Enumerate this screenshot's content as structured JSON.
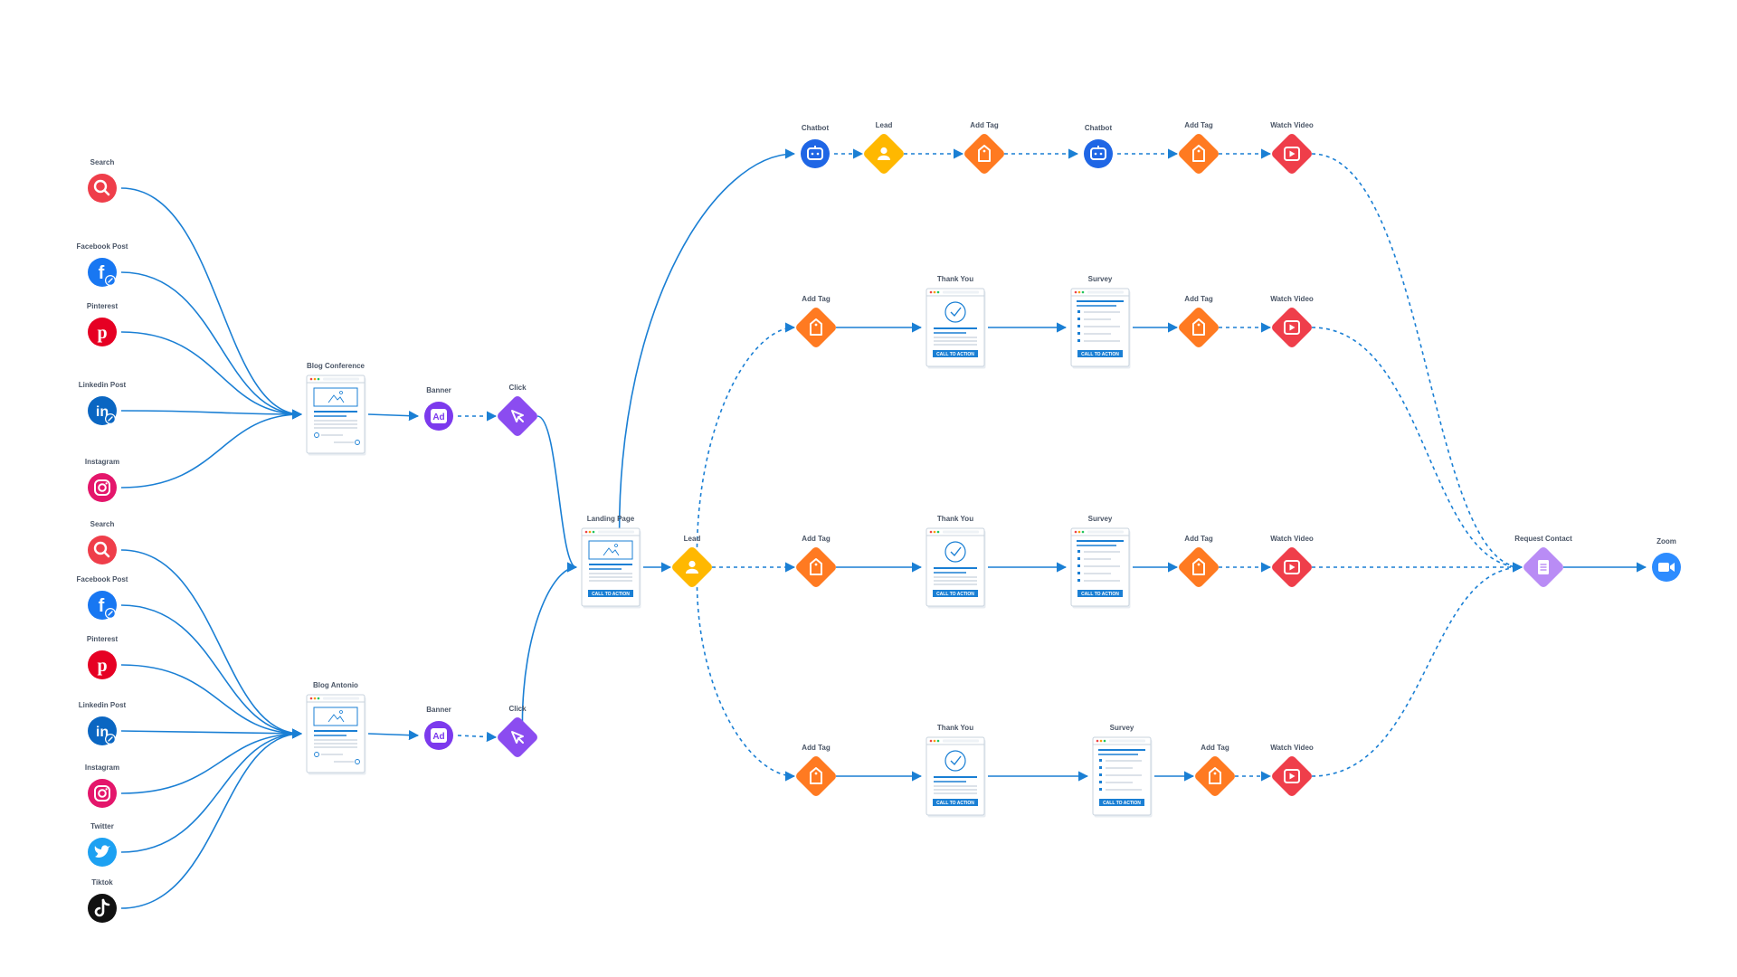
{
  "nodes": [
    {
      "id": "src1",
      "label": "Search",
      "icon": "search-icon",
      "kind": "circle"
    },
    {
      "id": "src2",
      "label": "Facebook Post",
      "icon": "facebook-icon",
      "kind": "circle"
    },
    {
      "id": "src3",
      "label": "Pinterest",
      "icon": "pinterest-icon",
      "kind": "circle"
    },
    {
      "id": "src4",
      "label": "Linkedin Post",
      "icon": "linkedin-icon",
      "kind": "circle"
    },
    {
      "id": "src5",
      "label": "Instagram",
      "icon": "instagram-icon",
      "kind": "circle"
    },
    {
      "id": "src6",
      "label": "Search",
      "icon": "search-icon",
      "kind": "circle"
    },
    {
      "id": "src7",
      "label": "Facebook Post",
      "icon": "facebook-icon",
      "kind": "circle"
    },
    {
      "id": "src8",
      "label": "Pinterest",
      "icon": "pinterest-icon",
      "kind": "circle"
    },
    {
      "id": "src9",
      "label": "Linkedin Post",
      "icon": "linkedin-icon",
      "kind": "circle"
    },
    {
      "id": "src10",
      "label": "Instagram",
      "icon": "instagram-icon",
      "kind": "circle"
    },
    {
      "id": "src11",
      "label": "Twitter",
      "icon": "twitter-icon",
      "kind": "circle"
    },
    {
      "id": "src12",
      "label": "Tiktok",
      "icon": "tiktok-icon",
      "kind": "circle"
    },
    {
      "id": "blog1",
      "label": "Blog Conference",
      "icon": "blog-page-icon",
      "kind": "page",
      "variant": "blog"
    },
    {
      "id": "blog2",
      "label": "Blog Antonio",
      "icon": "blog-page-icon",
      "kind": "page",
      "variant": "blog"
    },
    {
      "id": "ban1",
      "label": "Banner",
      "icon": "ad-icon",
      "kind": "circle"
    },
    {
      "id": "ban2",
      "label": "Banner",
      "icon": "ad-icon",
      "kind": "circle"
    },
    {
      "id": "clk1",
      "label": "Click",
      "icon": "click-icon",
      "kind": "diamond"
    },
    {
      "id": "clk2",
      "label": "Click",
      "icon": "click-icon",
      "kind": "diamond"
    },
    {
      "id": "lp",
      "label": "Landing Page",
      "icon": "landing-page-icon",
      "kind": "page",
      "variant": "landing"
    },
    {
      "id": "lead",
      "label": "Lead",
      "icon": "lead-icon",
      "kind": "diamond"
    },
    {
      "id": "r1chat",
      "label": "Chatbot",
      "icon": "chatbot-icon",
      "kind": "circle"
    },
    {
      "id": "r1lead",
      "label": "Lead",
      "icon": "lead-icon",
      "kind": "diamond"
    },
    {
      "id": "r1tag",
      "label": "Add Tag",
      "icon": "tag-icon",
      "kind": "diamond"
    },
    {
      "id": "r1chat2",
      "label": "Chatbot",
      "icon": "chatbot-icon",
      "kind": "circle"
    },
    {
      "id": "r1tag2",
      "label": "Add Tag",
      "icon": "tag-icon",
      "kind": "diamond"
    },
    {
      "id": "r1vid",
      "label": "Watch Video",
      "icon": "video-icon",
      "kind": "diamond"
    },
    {
      "id": "r2tag",
      "label": "Add Tag",
      "icon": "tag-icon",
      "kind": "diamond"
    },
    {
      "id": "r2ty",
      "label": "Thank You",
      "icon": "thank-you-page-icon",
      "kind": "page",
      "variant": "thanks"
    },
    {
      "id": "r2sv",
      "label": "Survey",
      "icon": "survey-page-icon",
      "kind": "page",
      "variant": "survey"
    },
    {
      "id": "r2tag2",
      "label": "Add Tag",
      "icon": "tag-icon",
      "kind": "diamond"
    },
    {
      "id": "r2vid",
      "label": "Watch Video",
      "icon": "video-icon",
      "kind": "diamond"
    },
    {
      "id": "r3tag",
      "label": "Add Tag",
      "icon": "tag-icon",
      "kind": "diamond"
    },
    {
      "id": "r3ty",
      "label": "Thank You",
      "icon": "thank-you-page-icon",
      "kind": "page",
      "variant": "thanks"
    },
    {
      "id": "r3sv",
      "label": "Survey",
      "icon": "survey-page-icon",
      "kind": "page",
      "variant": "survey"
    },
    {
      "id": "r3tag2",
      "label": "Add Tag",
      "icon": "tag-icon",
      "kind": "diamond"
    },
    {
      "id": "r3vid",
      "label": "Watch Video",
      "icon": "video-icon",
      "kind": "diamond"
    },
    {
      "id": "r4tag",
      "label": "Add Tag",
      "icon": "tag-icon",
      "kind": "diamond"
    },
    {
      "id": "r4ty",
      "label": "Thank You",
      "icon": "thank-you-page-icon",
      "kind": "page",
      "variant": "thanks"
    },
    {
      "id": "r4sv",
      "label": "Survey",
      "icon": "survey-page-icon",
      "kind": "page",
      "variant": "survey"
    },
    {
      "id": "r4tag2",
      "label": "Add Tag",
      "icon": "tag-icon",
      "kind": "diamond"
    },
    {
      "id": "r4vid",
      "label": "Watch Video",
      "icon": "video-icon",
      "kind": "diamond"
    },
    {
      "id": "req",
      "label": "Request Contact",
      "icon": "form-icon",
      "kind": "diamond"
    },
    {
      "id": "zoom",
      "label": "Zoom",
      "icon": "zoom-icon",
      "kind": "circle"
    }
  ],
  "edges": [
    [
      "src1",
      "blog1",
      "solid"
    ],
    [
      "src2",
      "blog1",
      "solid"
    ],
    [
      "src3",
      "blog1",
      "solid"
    ],
    [
      "src4",
      "blog1",
      "solid"
    ],
    [
      "src5",
      "blog1",
      "solid"
    ],
    [
      "src6",
      "blog2",
      "solid"
    ],
    [
      "src7",
      "blog2",
      "solid"
    ],
    [
      "src8",
      "blog2",
      "solid"
    ],
    [
      "src9",
      "blog2",
      "solid"
    ],
    [
      "src10",
      "blog2",
      "solid"
    ],
    [
      "src11",
      "blog2",
      "solid"
    ],
    [
      "src12",
      "blog2",
      "solid"
    ],
    [
      "blog1",
      "ban1",
      "solid"
    ],
    [
      "blog2",
      "ban2",
      "solid"
    ],
    [
      "ban1",
      "clk1",
      "dashed"
    ],
    [
      "ban2",
      "clk2",
      "dashed"
    ],
    [
      "clk1",
      "lp",
      "solid"
    ],
    [
      "clk2",
      "lp",
      "solid"
    ],
    [
      "lp",
      "lead",
      "solid"
    ],
    [
      "lp",
      "r1chat",
      "solid"
    ],
    [
      "r1chat",
      "r1lead",
      "dashed"
    ],
    [
      "r1lead",
      "r1tag",
      "dashed"
    ],
    [
      "r1tag",
      "r1chat2",
      "dashed"
    ],
    [
      "r1chat2",
      "r1tag2",
      "dashed"
    ],
    [
      "r1tag2",
      "r1vid",
      "dashed"
    ],
    [
      "lead",
      "r2tag",
      "dashed"
    ],
    [
      "lead",
      "r3tag",
      "dashed"
    ],
    [
      "lead",
      "r4tag",
      "dashed"
    ],
    [
      "r2tag",
      "r2ty",
      "solid"
    ],
    [
      "r2ty",
      "r2sv",
      "solid"
    ],
    [
      "r2sv",
      "r2tag2",
      "solid"
    ],
    [
      "r2tag2",
      "r2vid",
      "dashed"
    ],
    [
      "r3tag",
      "r3ty",
      "solid"
    ],
    [
      "r3ty",
      "r3sv",
      "solid"
    ],
    [
      "r3sv",
      "r3tag2",
      "solid"
    ],
    [
      "r3tag2",
      "r3vid",
      "dashed"
    ],
    [
      "r4tag",
      "r4ty",
      "solid"
    ],
    [
      "r4ty",
      "r4sv",
      "solid"
    ],
    [
      "r4sv",
      "r4tag2",
      "solid"
    ],
    [
      "r4tag2",
      "r4vid",
      "dashed"
    ],
    [
      "r1vid",
      "req",
      "dashed"
    ],
    [
      "r2vid",
      "req",
      "dashed"
    ],
    [
      "r3vid",
      "req",
      "dashed"
    ],
    [
      "r4vid",
      "req",
      "dashed"
    ],
    [
      "req",
      "zoom",
      "solid"
    ]
  ],
  "page_button_label": "CALL TO ACTION",
  "colors": {
    "edge": "#1a7fd4",
    "search": "#ef3e4a",
    "facebook": "#1877f2",
    "pinterest": "#e60023",
    "linkedin": "#0a66c2",
    "instagram": "#e4166b",
    "twitter": "#1da1f2",
    "tiktok": "#111111",
    "ad": "#7c3aed",
    "click": "#8b4cf0",
    "lead": "#ffb800",
    "tag": "#ff7a21",
    "chatbot": "#1f66e5",
    "video": "#ef3e4a",
    "request": "#b98cf5",
    "zoom": "#2d8cff",
    "page_frame": "#c8d3de",
    "page_accent": "#1a7fd4",
    "label": "#4a5566"
  }
}
